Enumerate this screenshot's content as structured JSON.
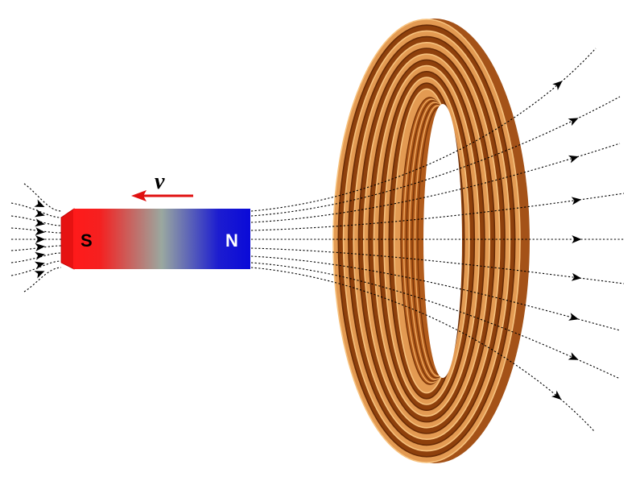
{
  "magnet": {
    "south_label": "S",
    "north_label": "N",
    "colors": {
      "south": "#ff1a1a",
      "middle": "#9aa8a0",
      "north": "#0a0ad8"
    }
  },
  "velocity": {
    "label": "v",
    "direction": "left",
    "color": "#e01010"
  },
  "coil": {
    "wire_color_light": "#f0b060",
    "wire_color_dark": "#8a3a08"
  },
  "field_lines": {
    "style": "dotted",
    "color": "#000000"
  }
}
